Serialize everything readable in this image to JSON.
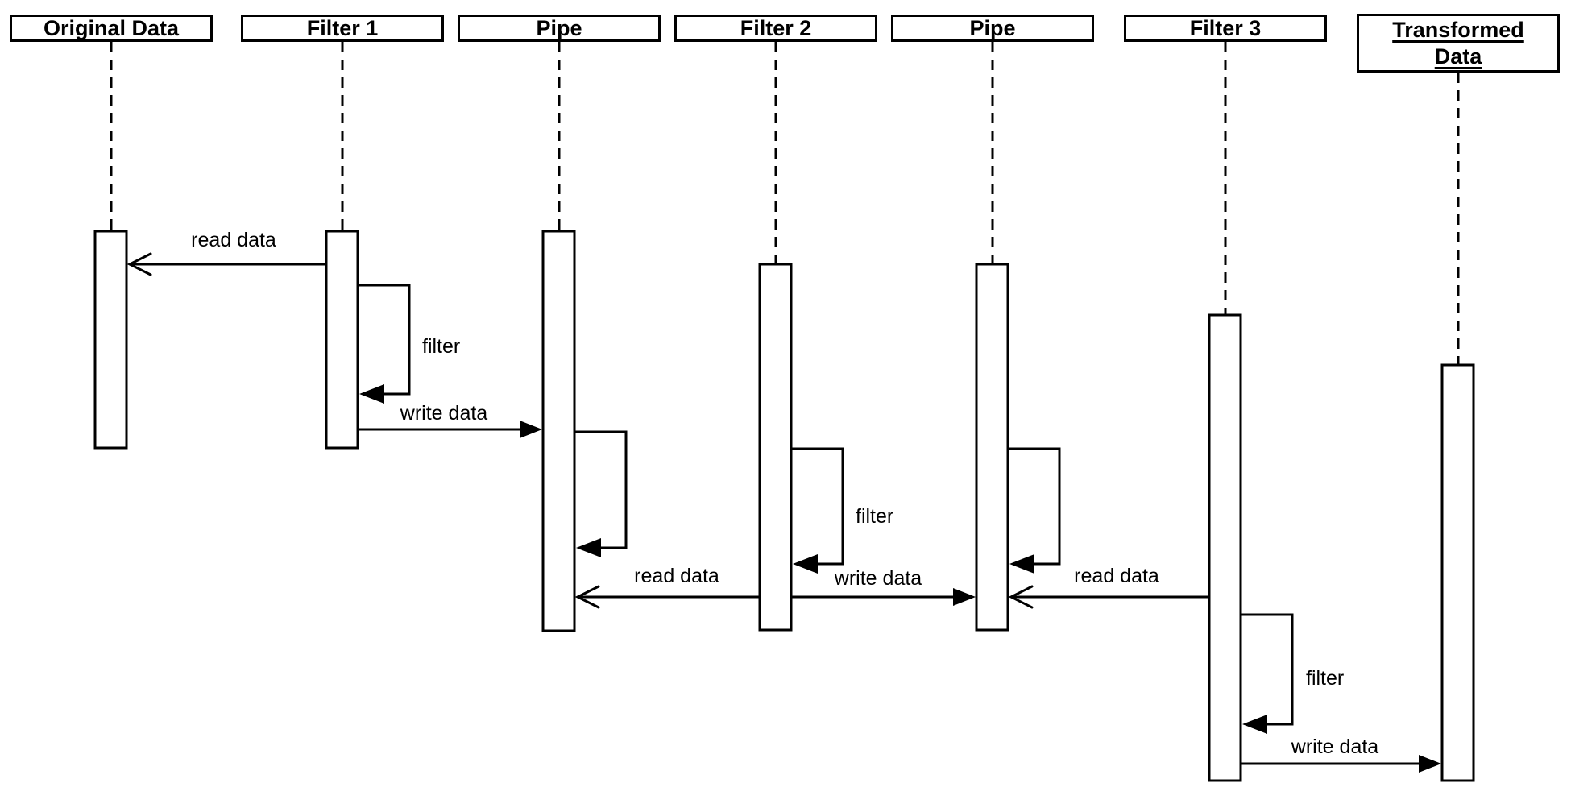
{
  "diagram": {
    "type": "uml-sequence",
    "colors": {
      "ink": "#000000",
      "background": "#ffffff"
    },
    "participants": [
      {
        "label": "Original Data"
      },
      {
        "label": "Filter 1"
      },
      {
        "label": "Pipe"
      },
      {
        "label": "Filter 2"
      },
      {
        "label": "Pipe"
      },
      {
        "label": "Filter 3"
      },
      {
        "label": "Transformed Data"
      }
    ],
    "messages": [
      {
        "label": "read data",
        "from": "Filter 1",
        "to": "Original Data",
        "kind": "read"
      },
      {
        "label": "filter",
        "from": "Filter 1",
        "to": "Filter 1",
        "kind": "self"
      },
      {
        "label": "write data",
        "from": "Filter 1",
        "to": "Pipe",
        "kind": "write"
      },
      {
        "label": "",
        "from": "Pipe",
        "to": "Pipe",
        "kind": "self"
      },
      {
        "label": "read data",
        "from": "Filter 2",
        "to": "Pipe",
        "kind": "read"
      },
      {
        "label": "filter",
        "from": "Filter 2",
        "to": "Filter 2",
        "kind": "self"
      },
      {
        "label": "write data",
        "from": "Filter 2",
        "to": "Pipe",
        "kind": "write"
      },
      {
        "label": "",
        "from": "Pipe",
        "to": "Pipe",
        "kind": "self"
      },
      {
        "label": "read data",
        "from": "Filter 3",
        "to": "Pipe",
        "kind": "read"
      },
      {
        "label": "filter",
        "from": "Filter 3",
        "to": "Filter 3",
        "kind": "self"
      },
      {
        "label": "write data",
        "from": "Filter 3",
        "to": "Transformed Data",
        "kind": "write"
      }
    ]
  }
}
